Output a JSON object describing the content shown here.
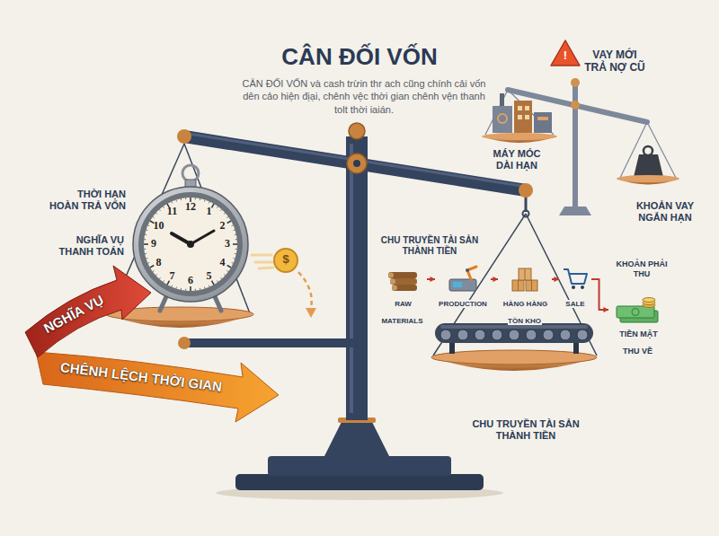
{
  "diagram": {
    "title": "CÂN ĐỐI VỐN",
    "caption": "CÂN ĐỐI VỐN và cash trừin thr ach cũng chính cải vốn dên cảo hiện địại, chênh vệc thời gian chênh vện thanh tolt thời iaián.",
    "nodes": [
      {
        "text": [
          "RAW MATERIALS"
        ]
      },
      {
        "text": [
          "PRODUCTION"
        ]
      },
      {
        "text": [
          "HÀNG HÀNG TỒN KHO"
        ]
      },
      {
        "text": [
          "SALE"
        ]
      },
      {
        "text": [
          "TIỀN MẶT THU VỀ"
        ]
      }
    ],
    "edges": [
      {
        "from": 0,
        "to": 1,
        "arrow": "to"
      },
      {
        "from": 1,
        "to": 2,
        "arrow": "to"
      },
      {
        "from": 2,
        "to": 3,
        "arrow": "to"
      },
      {
        "from": 3,
        "to": 4,
        "label": "KHOẢN PHẢI THU",
        "arrow": "to"
      }
    ],
    "labels": [
      "VAY MỚI TRẢ NỢ CŨ",
      "!",
      "MÁY MÓC DÀI HẠN",
      "KHOẢN VAY NGẮN HẠN",
      "THỜI HẠN HOÀN TRẢ VỐN",
      "NGHĨA VỤ THANH TOÁN",
      "NGHĨA VỤ",
      "CHÊNH LỆCH THỜI GIAN",
      "12",
      "1",
      "2",
      "3",
      "4",
      "5",
      "6",
      "7",
      "8",
      "9",
      "10",
      "11",
      "$",
      "CHU TRUYỀN TÀI SẢN THÀNH TIỀN",
      "CHU TRUYỀN TÀI SẢN THÀNH TIỀN"
    ]
  }
}
